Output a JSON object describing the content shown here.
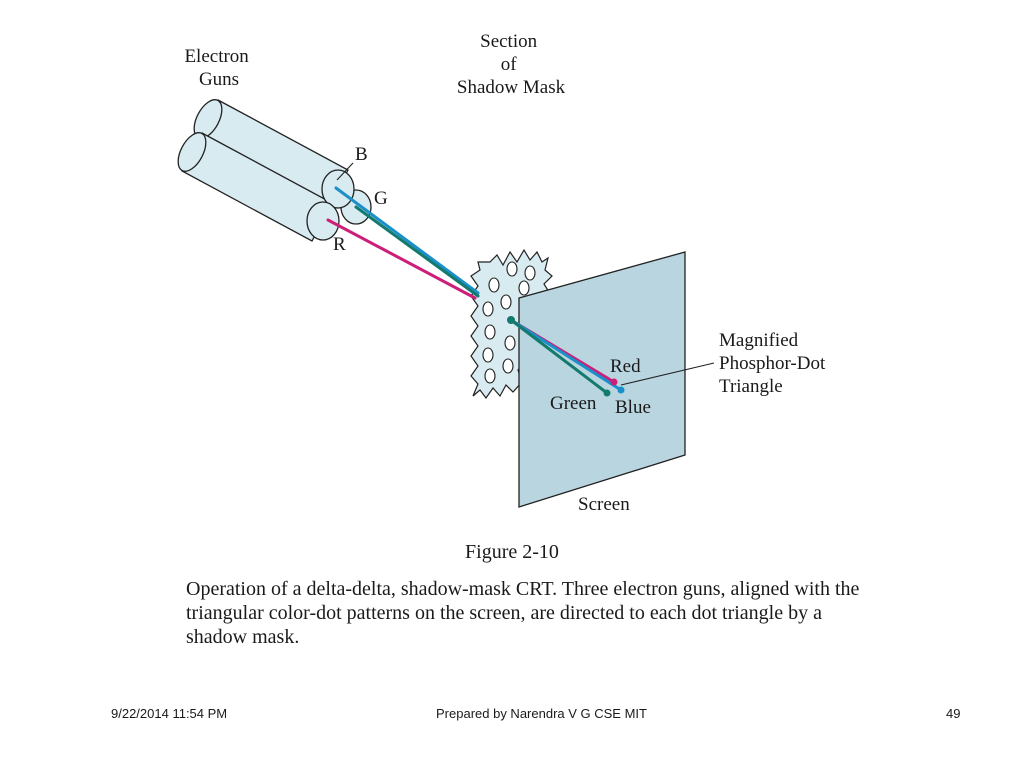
{
  "diagram": {
    "labels": {
      "electron_guns": [
        "Electron",
        "Guns"
      ],
      "shadow_mask": [
        "Section",
        "of",
        "Shadow Mask"
      ],
      "gun_b": "B",
      "gun_g": "G",
      "gun_r": "R",
      "red": "Red",
      "green": "Green",
      "blue": "Blue",
      "phosphor": [
        "Magnified",
        "Phosphor-Dot",
        "Triangle"
      ],
      "screen": "Screen"
    },
    "colors": {
      "gun_fill": "#d8ebf0",
      "screen_fill": "#b9d5df",
      "beam_blue": "#1a8fc9",
      "beam_green": "#137a6e",
      "beam_red": "#cc1f7a"
    }
  },
  "caption": {
    "figure": "Figure 2-10",
    "text": "Operation of a delta-delta, shadow-mask CRT.  Three electron guns, aligned with the triangular color-dot patterns on the screen, are directed to each dot triangle by a shadow mask."
  },
  "footer": {
    "date": "9/22/2014 11:54 PM",
    "author": "Prepared by Narendra V G CSE MIT",
    "page": "49"
  }
}
